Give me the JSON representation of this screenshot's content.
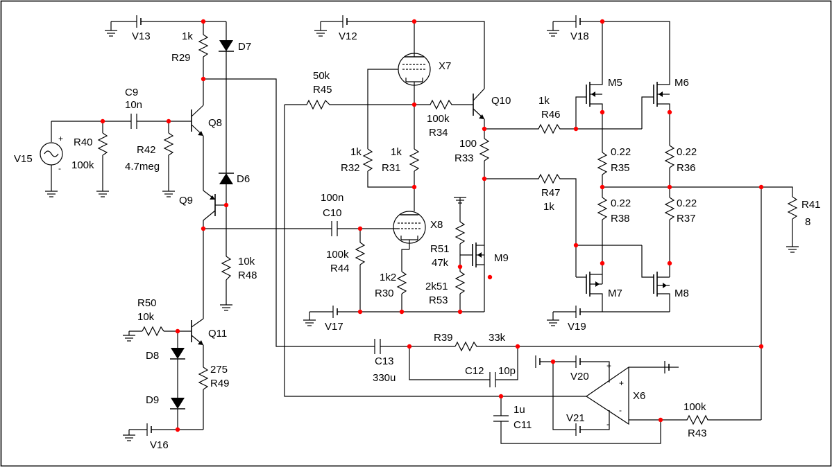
{
  "colors": {
    "wire": "#000000",
    "node": "#ff0000",
    "background": "#ffffff",
    "border": "#000000"
  },
  "labels": {
    "V13": "V13",
    "V12": "V12",
    "V18": "V18",
    "V15": "V15",
    "V17": "V17",
    "V19": "V19",
    "V16": "V16",
    "V20": "V20",
    "V21": "V21",
    "R29": "R29",
    "R29v": "1k",
    "D7": "D7",
    "D6": "D6",
    "C9": "C9",
    "C9v": "10n",
    "R40": "R40",
    "R40v": "100k",
    "R42": "R42",
    "R42v": "4.7meg",
    "Q8": "Q8",
    "Q9": "Q9",
    "Q10": "Q10",
    "Q11": "Q11",
    "R45": "R45",
    "R45v": "50k",
    "X7": "X7",
    "X8": "X8",
    "R34": "R34",
    "R34v": "100k",
    "R32": "R32",
    "R32v": "1k",
    "R31": "R31",
    "R31v": "1k",
    "R33": "R33",
    "R33v": "100",
    "R46": "R46",
    "R46v": "1k",
    "R47": "R47",
    "R47v": "1k",
    "C10": "C10",
    "C10v": "100n",
    "R44": "R44",
    "R44v": "100k",
    "R30": "R30",
    "R30v": "1k2",
    "R51": "R51",
    "R51v": "47k",
    "R53": "R53",
    "R53v": "2k51",
    "M9": "M9",
    "M5": "M5",
    "M6": "M6",
    "M7": "M7",
    "M8": "M8",
    "R35": "R35",
    "R35v": "0.22",
    "R36": "R36",
    "R36v": "0.22",
    "R38": "R38",
    "R38v": "0.22",
    "R37": "R37",
    "R37v": "0.22",
    "R41": "R41",
    "R41v": "8",
    "R48": "R48",
    "R48v": "10k",
    "R50": "R50",
    "R50v": "10k",
    "D8": "D8",
    "D9": "D9",
    "R49": "R49",
    "R49v": "275",
    "C13": "C13",
    "C13v": "330u",
    "R39": "R39",
    "R39v": "33k",
    "C12": "C12",
    "C12v": "10p",
    "C11": "C11",
    "C11v": "1u",
    "X6": "X6",
    "R43": "R43",
    "R43v": "100k",
    "plus": "+",
    "minus": "-"
  }
}
